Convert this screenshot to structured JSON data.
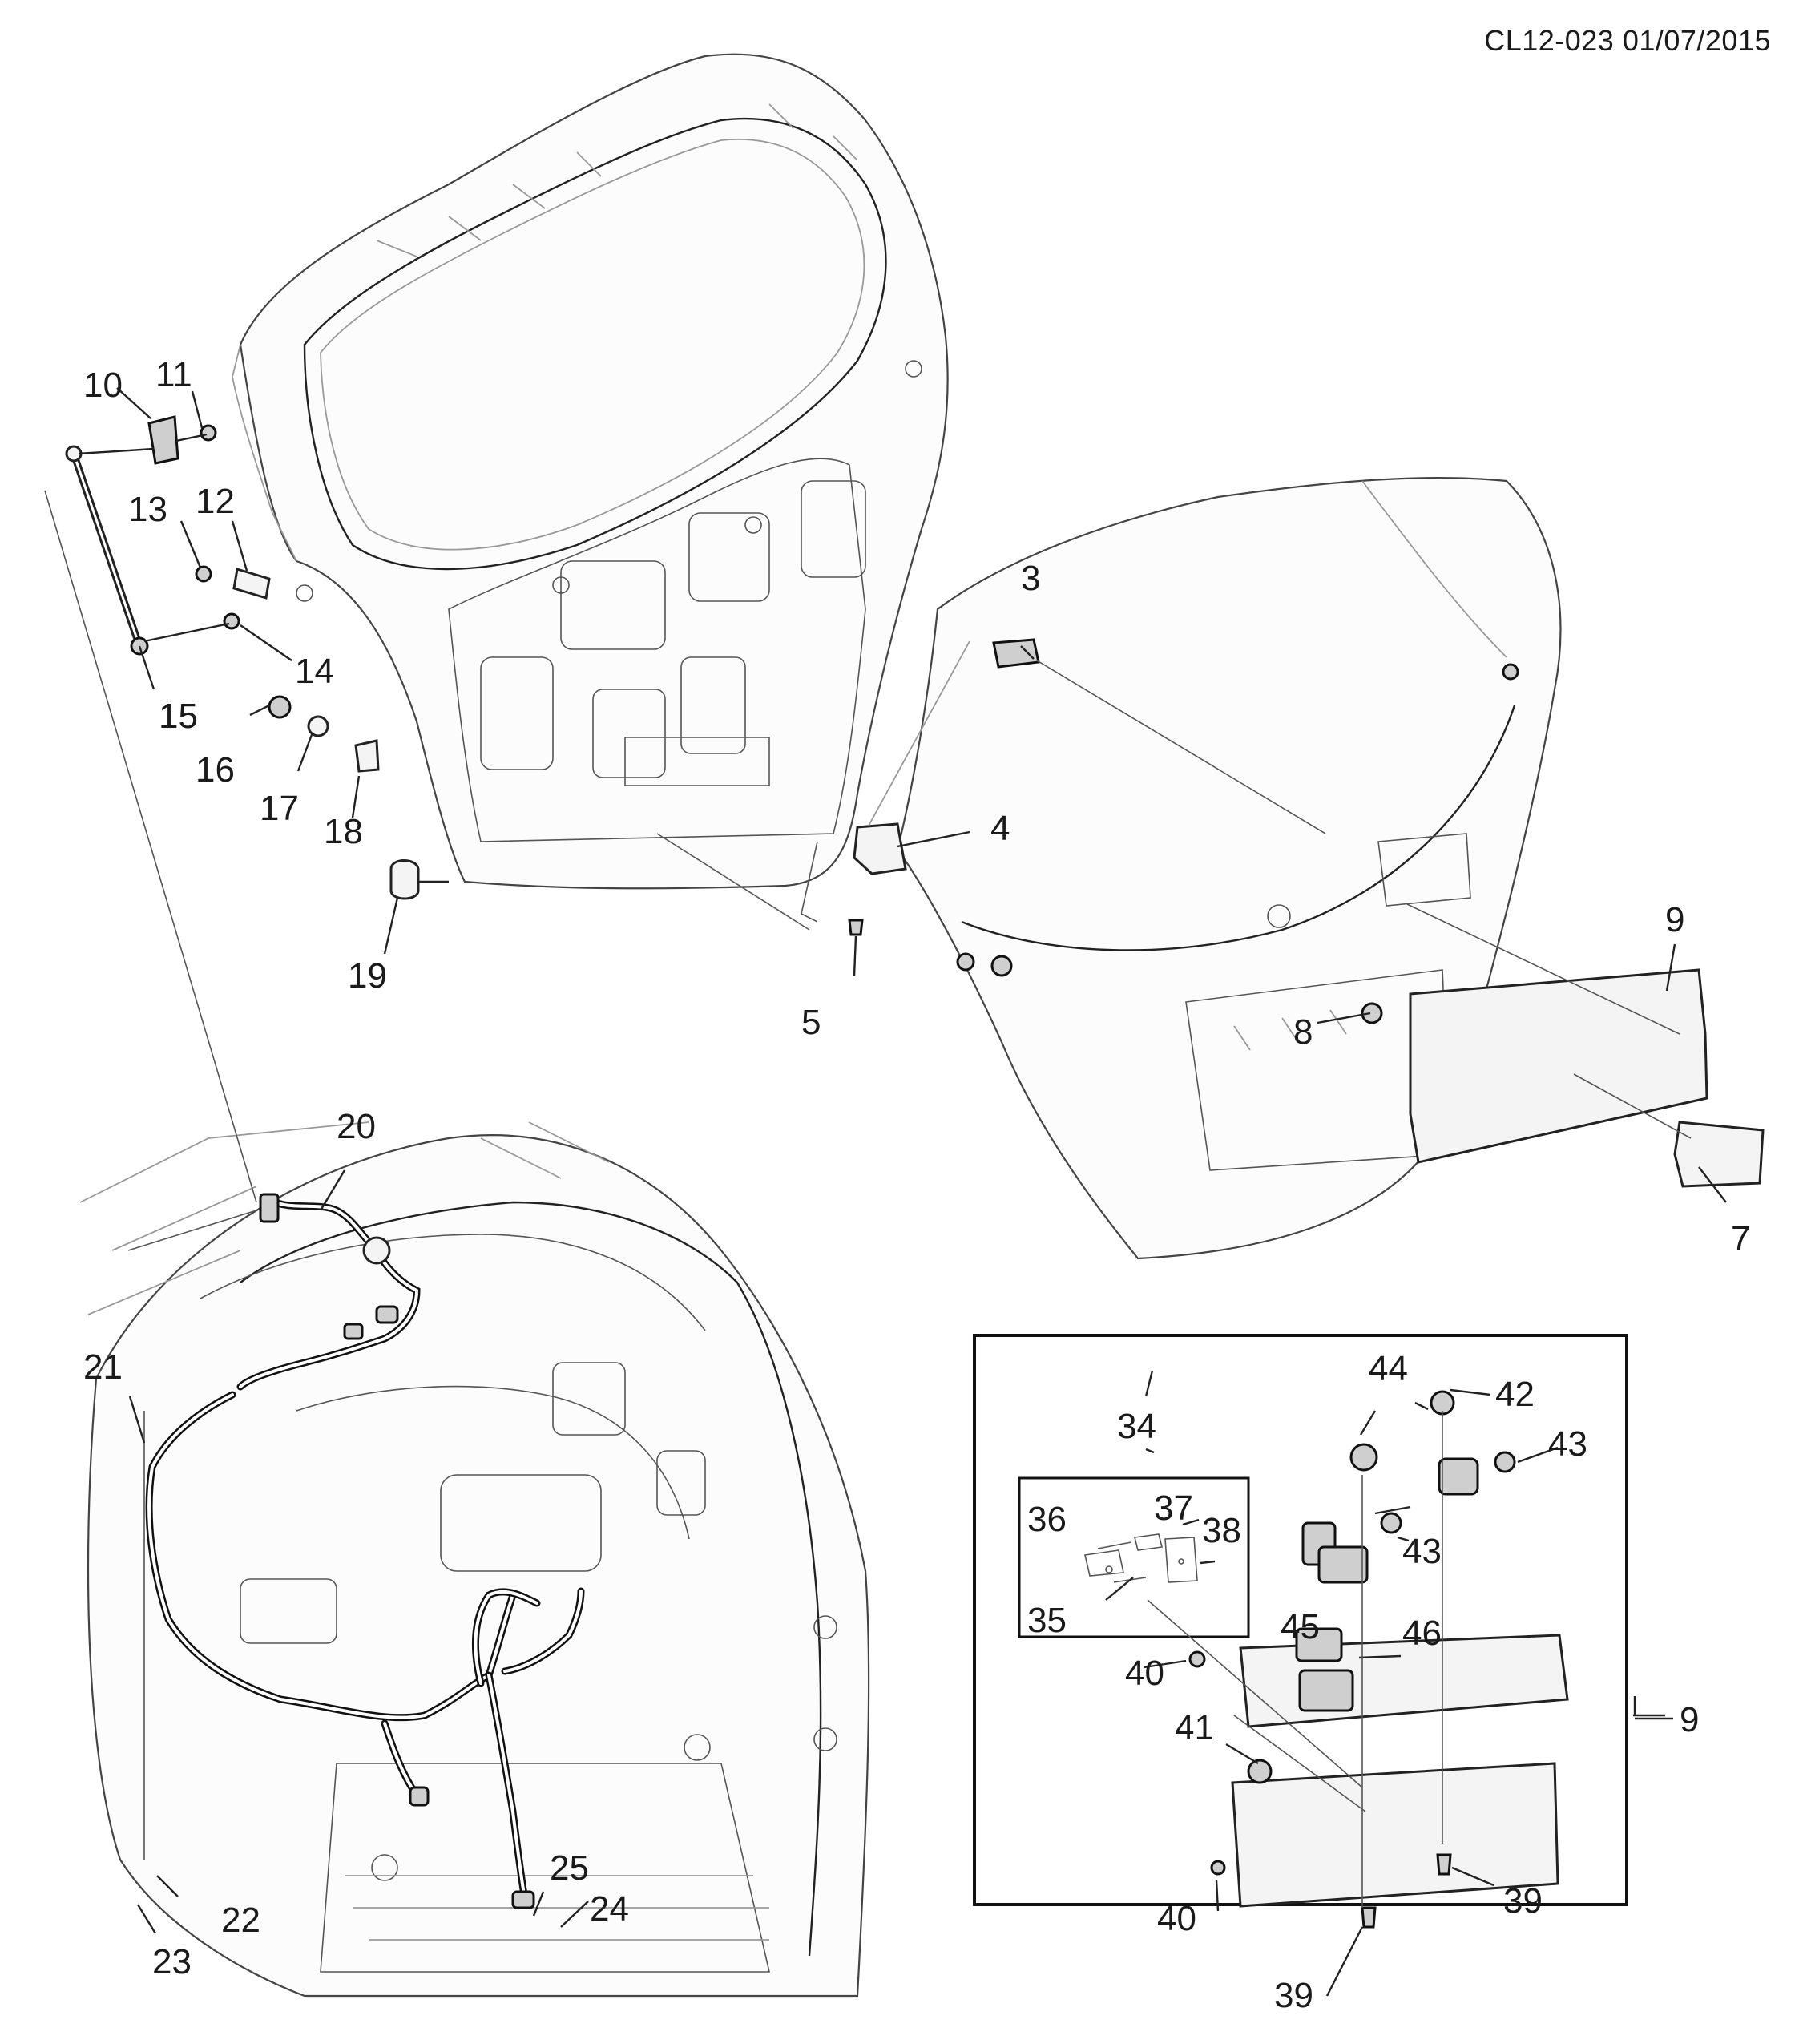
{
  "header": {
    "code": "CL12-023 01/07/2015"
  },
  "callouts": {
    "c3": "3",
    "c4": "4",
    "c5": "5",
    "c7": "7",
    "c8": "8",
    "c9a": "9",
    "c9b": "9",
    "c10": "10",
    "c11": "11",
    "c12": "12",
    "c13": "13",
    "c14": "14",
    "c15": "15",
    "c16": "16",
    "c17": "17",
    "c18": "18",
    "c19": "19",
    "c20": "20",
    "c21": "21",
    "c22": "22",
    "c23": "23",
    "c24": "24",
    "c25": "25",
    "c34": "34",
    "c35": "35",
    "c36": "36",
    "c37": "37",
    "c38": "38",
    "c39a": "39",
    "c39b": "39",
    "c40a": "40",
    "c40b": "40",
    "c41": "41",
    "c42": "42",
    "c43a": "43",
    "c43b": "43",
    "c44": "44",
    "c45": "45",
    "c46": "46"
  }
}
